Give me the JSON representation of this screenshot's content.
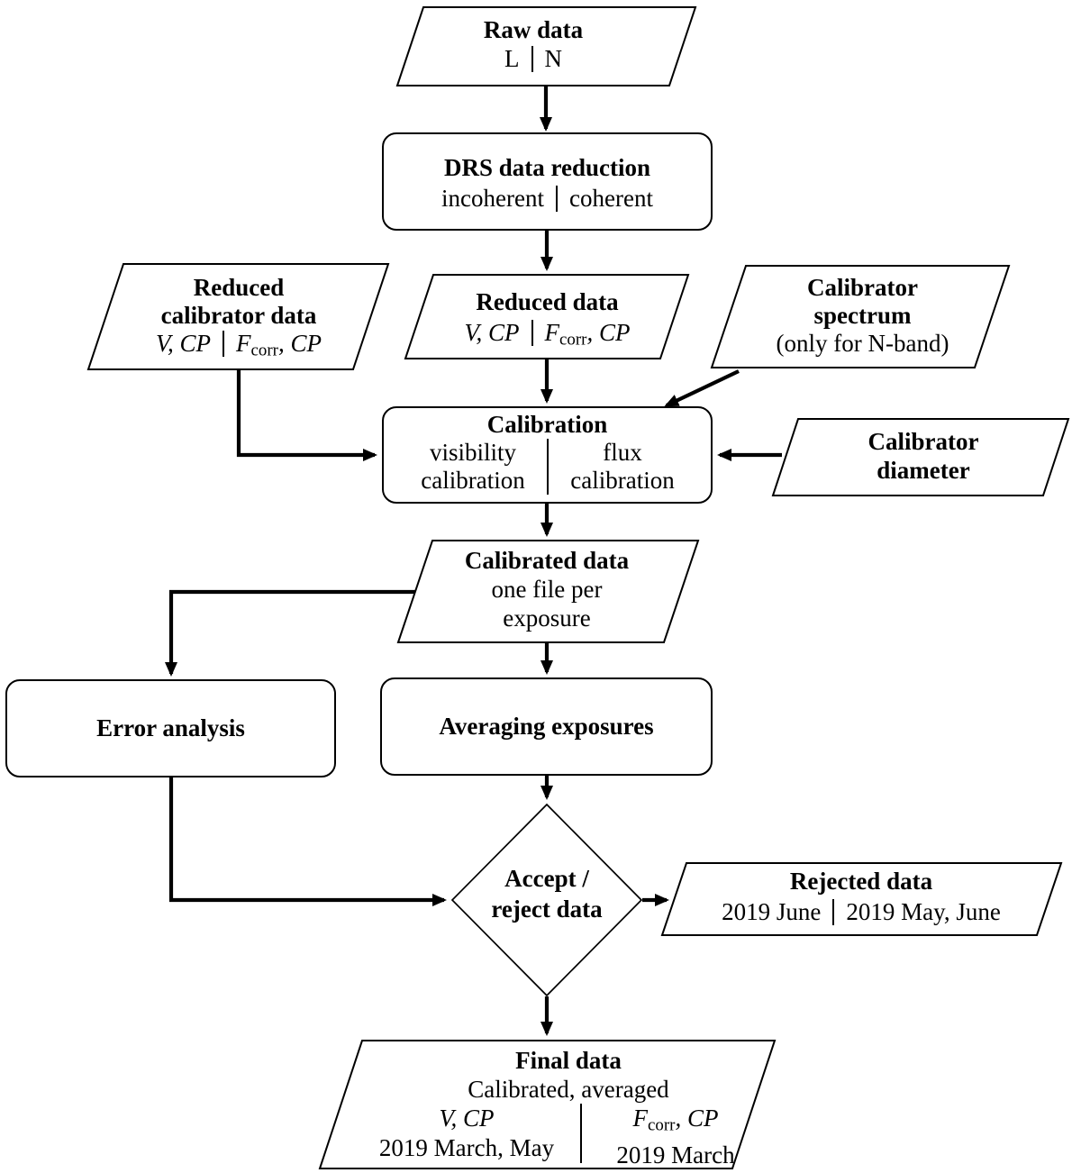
{
  "colors": {
    "ink": "#000000",
    "paper": "#ffffff"
  },
  "nodes": {
    "raw": {
      "title": "Raw data",
      "left": "L",
      "right": "N"
    },
    "drs": {
      "title": "DRS data reduction",
      "left": "incoherent",
      "right": "coherent"
    },
    "reduced_cal": {
      "title1": "Reduced",
      "title2": "calibrator data",
      "vcp": "V, CP",
      "f": "F",
      "fsub": "corr",
      "fcp": ", CP"
    },
    "reduced": {
      "title": "Reduced data",
      "vcp": "V, CP",
      "f": "F",
      "fsub": "corr",
      "fcp": ", CP"
    },
    "spectrum": {
      "title1": "Calibrator",
      "title2": "spectrum",
      "note": "(only for N-band)"
    },
    "calibration": {
      "title": "Calibration",
      "left1": "visibility",
      "left2": "calibration",
      "right1": "flux",
      "right2": "calibration"
    },
    "diameter": {
      "title1": "Calibrator",
      "title2": "diameter"
    },
    "calibrated": {
      "title": "Calibrated data",
      "line1": "one file per",
      "line2": "exposure"
    },
    "error": {
      "title": "Error analysis"
    },
    "averaging": {
      "title": "Averaging exposures"
    },
    "decision": {
      "line1": "Accept /",
      "line2": "reject data"
    },
    "rejected": {
      "title": "Rejected data",
      "left": "2019 June",
      "right": "2019 May, June"
    },
    "final": {
      "title": "Final data",
      "subtitle": "Calibrated, averaged",
      "left_top": "V, CP",
      "left_bottom": "2019 March, May",
      "f": "F",
      "fsub": "corr",
      "fcp": ", CP",
      "right_bottom": "2019 March"
    }
  }
}
